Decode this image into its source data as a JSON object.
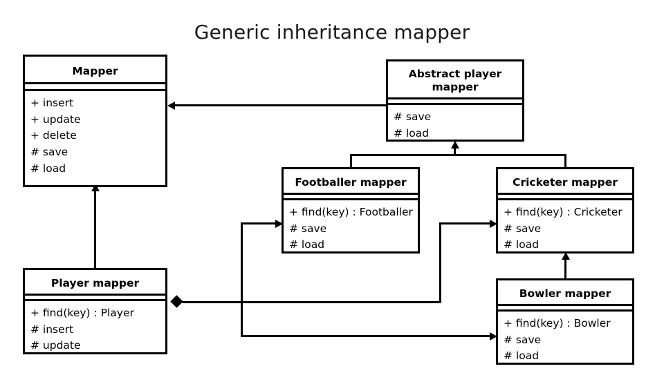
{
  "title": "Generic inheritance mapper",
  "colors": {
    "stroke": "#000000",
    "background": "#ffffff",
    "text": "#000000"
  },
  "classes": {
    "mapper": {
      "name": "Mapper",
      "members": [
        "+ insert",
        "+ update",
        "+ delete",
        "# save",
        "# load"
      ]
    },
    "abstract_player_mapper": {
      "name": "Abstract player mapper",
      "name_line1": "Abstract player",
      "name_line2": "mapper",
      "members": [
        "# save",
        "# load"
      ]
    },
    "footballer_mapper": {
      "name": "Footballer mapper",
      "members": [
        "+ find(key) : Footballer",
        "# save",
        "# load"
      ]
    },
    "cricketer_mapper": {
      "name": "Cricketer mapper",
      "members": [
        "+ find(key) : Cricketer",
        "# save",
        "# load"
      ]
    },
    "player_mapper": {
      "name": "Player mapper",
      "members": [
        "+ find(key) : Player",
        "# insert",
        "# update"
      ]
    },
    "bowler_mapper": {
      "name": "Bowler mapper",
      "members": [
        "+ find(key) : Bowler",
        "# save",
        "# load"
      ]
    }
  },
  "relations": [
    {
      "id": "abstract-to-mapper",
      "type": "generalization",
      "from": "abstract_player_mapper",
      "to": "mapper",
      "marker": "arrow-left"
    },
    {
      "id": "player-to-mapper",
      "type": "generalization",
      "from": "player_mapper",
      "to": "mapper",
      "marker": "arrow-up"
    },
    {
      "id": "footballer-to-abstract",
      "type": "generalization",
      "from": "footballer_mapper",
      "to": "abstract_player_mapper",
      "marker": "arrow-up"
    },
    {
      "id": "cricketer-to-abstract",
      "type": "generalization",
      "from": "cricketer_mapper",
      "to": "abstract_player_mapper",
      "marker": "arrow-up"
    },
    {
      "id": "bowler-to-cricketer",
      "type": "generalization",
      "from": "bowler_mapper",
      "to": "cricketer_mapper",
      "marker": "arrow-up"
    },
    {
      "id": "player-to-footballer",
      "type": "composition",
      "from": "player_mapper",
      "to": "footballer_mapper",
      "marker": "diamond-arrow-right"
    },
    {
      "id": "player-to-cricketer",
      "type": "composition",
      "from": "player_mapper",
      "to": "cricketer_mapper",
      "marker": "diamond-arrow-right"
    },
    {
      "id": "player-to-bowler",
      "type": "composition",
      "from": "player_mapper",
      "to": "bowler_mapper",
      "marker": "diamond-arrow-right"
    }
  ]
}
